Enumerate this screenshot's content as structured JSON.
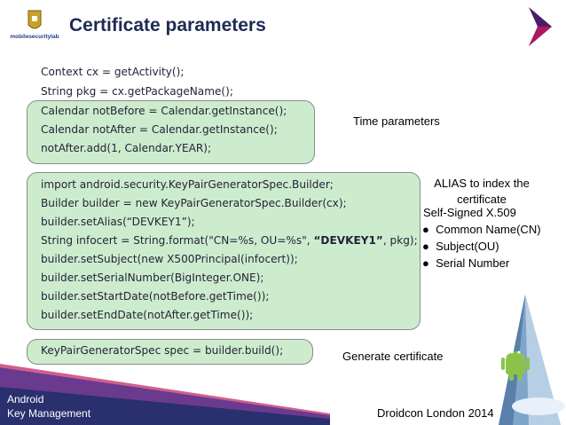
{
  "header": {
    "logo_text": "mobilesecuritylab",
    "title": "Certificate parameters"
  },
  "code": {
    "intro": [
      "Context cx = getActivity();",
      "String pkg = cx.getPackageName();"
    ],
    "time_block": [
      "Calendar notBefore = Calendar.getInstance();",
      "Calendar notAfter = Calendar.getInstance();",
      "notAfter.add(1, Calendar.YEAR);"
    ],
    "builder_block": {
      "line1": "import android.security.KeyPairGeneratorSpec.Builder;",
      "line2": "Builder builder = new KeyPairGeneratorSpec.Builder(cx);",
      "line3": "builder.setAlias(“DEVKEY1”);",
      "line4_pre": "String infocert = String.format(\"CN=%s, OU=%s\", ",
      "line4_bold": "“DEVKEY1”",
      "line4_post": ", pkg);",
      "line5": "builder.setSubject(new X500Principal(infocert));",
      "line6": "builder.setSerialNumber(BigInteger.ONE);",
      "line7": "builder.setStartDate(notBefore.getTime());",
      "line8": "builder.setEndDate(notAfter.getTime());"
    },
    "build_block": "KeyPairGeneratorSpec spec = builder.build();"
  },
  "notes": {
    "time_params": "Time parameters",
    "alias_line1": "ALIAS to index the",
    "alias_line2": "certificate",
    "self_signed": "Self-Signed X.509",
    "bullets": [
      "Common Name(CN)",
      "Subject(OU)",
      "Serial Number"
    ],
    "generate": "Generate certificate"
  },
  "footer": {
    "left_line1": "Android",
    "left_line2": "Key Management",
    "right": "Droidcon London 2014"
  },
  "colors": {
    "box_fill": "#cdeccd",
    "title": "#1f2a54",
    "footer_band": "#2a2f6e",
    "chevron": "#4a1d6b"
  }
}
